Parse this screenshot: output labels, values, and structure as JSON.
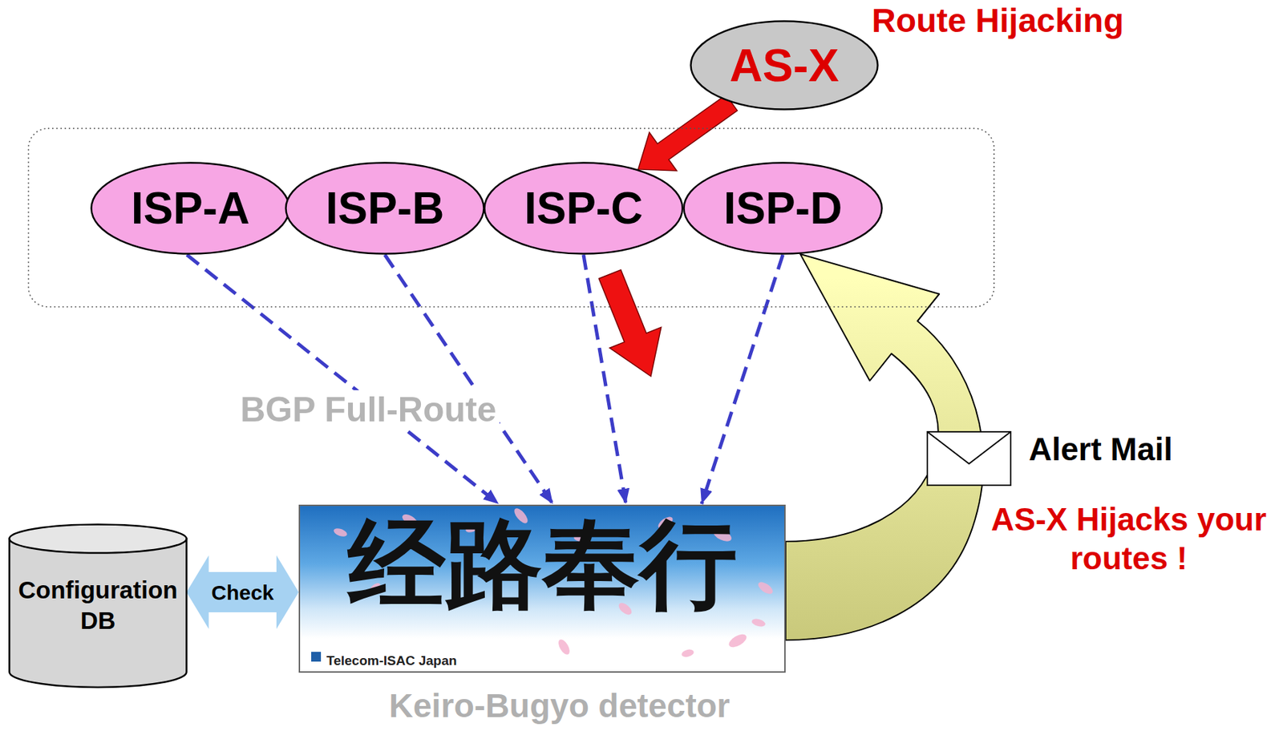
{
  "diagram": {
    "nodes": [
      {
        "text": [
          "AS-X"
        ]
      },
      {
        "text": [
          "ISP-A"
        ]
      },
      {
        "text": [
          "ISP-B"
        ]
      },
      {
        "text": [
          "ISP-C"
        ]
      },
      {
        "text": [
          "ISP-D"
        ]
      },
      {
        "text": [
          "Configuration DB"
        ]
      },
      {
        "text": [
          "经路奉行",
          "Telecom-ISAC Japan",
          "Keiro-Bugyo detector"
        ]
      }
    ],
    "edges": [
      {
        "from": 0,
        "to": 3,
        "arrow": "to"
      },
      {
        "from": 1,
        "to": 6,
        "arrow": "to"
      },
      {
        "from": 2,
        "to": 6,
        "arrow": "to"
      },
      {
        "from": 3,
        "to": 6,
        "arrow": "to"
      },
      {
        "from": 4,
        "to": 6,
        "arrow": "to"
      },
      {
        "from": 5,
        "to": 6,
        "label": "Check",
        "arrow": "both"
      },
      {
        "from": 6,
        "to": 4,
        "label": "Alert Mail",
        "arrow": "to"
      }
    ],
    "labels": [
      "Route Hijacking",
      "BGP Full-Route",
      "AS-X Hijacks your routes !"
    ]
  }
}
